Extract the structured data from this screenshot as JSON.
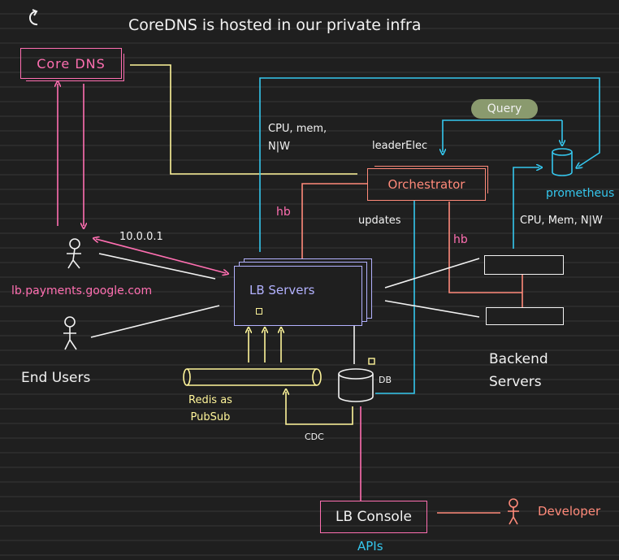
{
  "title": "CoreDNS is hosted in our private infra",
  "nodes": {
    "core_dns": "Core DNS",
    "orchestrator": "Orchestrator",
    "lb_servers": "LB Servers",
    "lb_console": "LB Console",
    "prometheus": "prometheus",
    "db": "DB",
    "redis": "Redis as\nPubSub",
    "backend": "Backend\nServers",
    "end_users": "End Users",
    "developer": "Developer"
  },
  "labels": {
    "query": "Query",
    "cpu_mem_nw": "CPU, mem,\nN|W",
    "leader_elec": "leaderElec",
    "cpu_mem_nw_2": "CPU, Mem, N|W",
    "updates": "updates",
    "hb_1": "hb",
    "hb_2": "hb",
    "ip": "10.0.0.1",
    "domain": "lb.payments.google.com",
    "cdc": "CDC",
    "apis": "APIs"
  },
  "colors": {
    "background": "#1f1f1f",
    "pink": "#ff6fb1",
    "yellow": "#fff59a",
    "cyan": "#35c7ee",
    "salmon": "#ff8a7a",
    "lavender": "#b3b2ff",
    "query_badge": "#8a9a6e",
    "white": "#f2f2f2"
  },
  "icons": [
    "refresh-icon",
    "stick-figure-icon",
    "database-icon",
    "pipe-icon"
  ]
}
